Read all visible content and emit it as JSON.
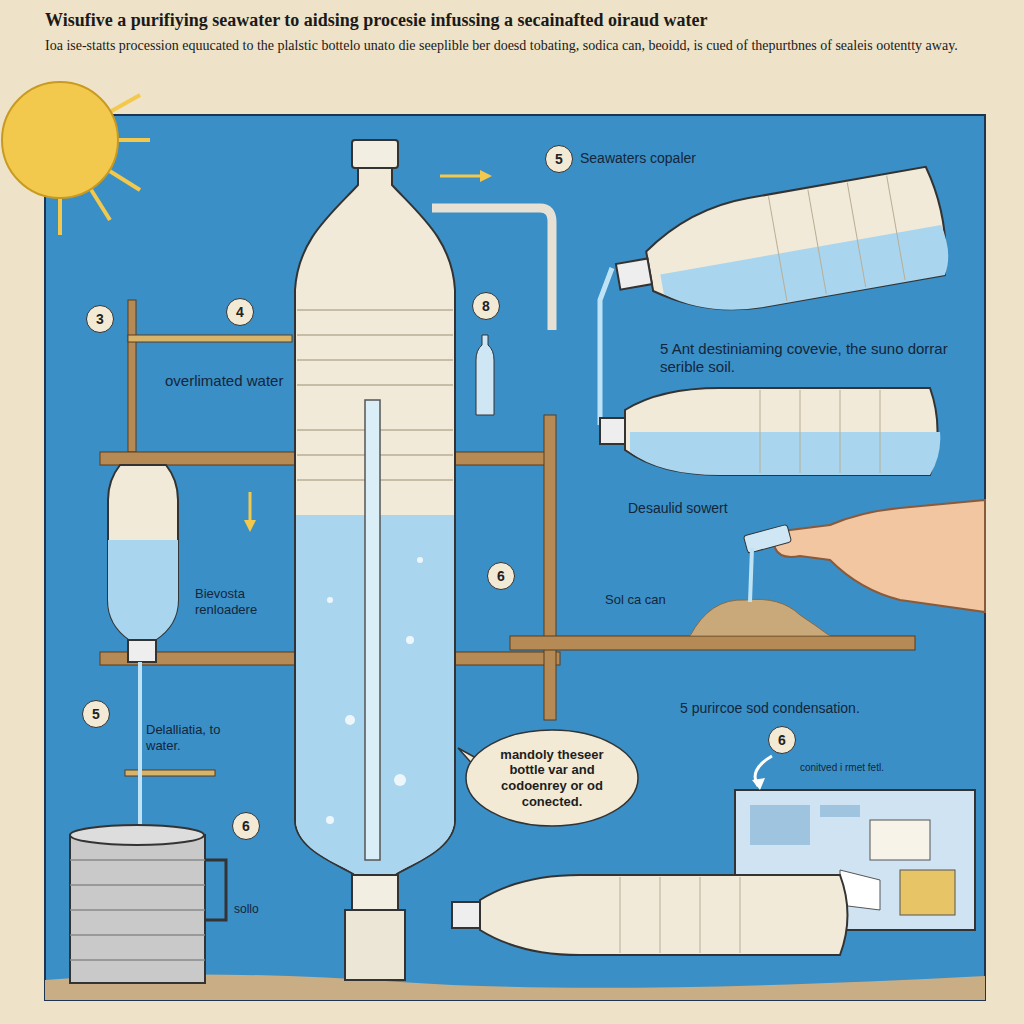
{
  "diagram": {
    "title": "Wisufive a purifiying seawater to aidsing procesie infussing a secainafted oiraud water",
    "nodes": [
      {
        "text": [
          "mandoly theseer bottle var and codoenrey or od conected."
        ]
      }
    ],
    "labels": [
      "Ioa ise-statts procession equucated to the plalstic bottelo unato die seeplible ber doesd tobating, sodica can, beoidd, is cued of thepurtbnes of sealeis ootentty away.",
      "5",
      "Seawaters copaler",
      "3",
      "4",
      "8",
      "overlimated water",
      "5 Ant destiniaming covevie, the suno dorrar serible soil.",
      "Desaulid sowert",
      "Bievosta renloadere",
      "Sol ca can",
      "6",
      "5",
      "Delalliatia, to water.",
      "5 purircoe sod condensation.",
      "6",
      "conitved i rmet fetl.",
      "6",
      "sollo"
    ]
  }
}
